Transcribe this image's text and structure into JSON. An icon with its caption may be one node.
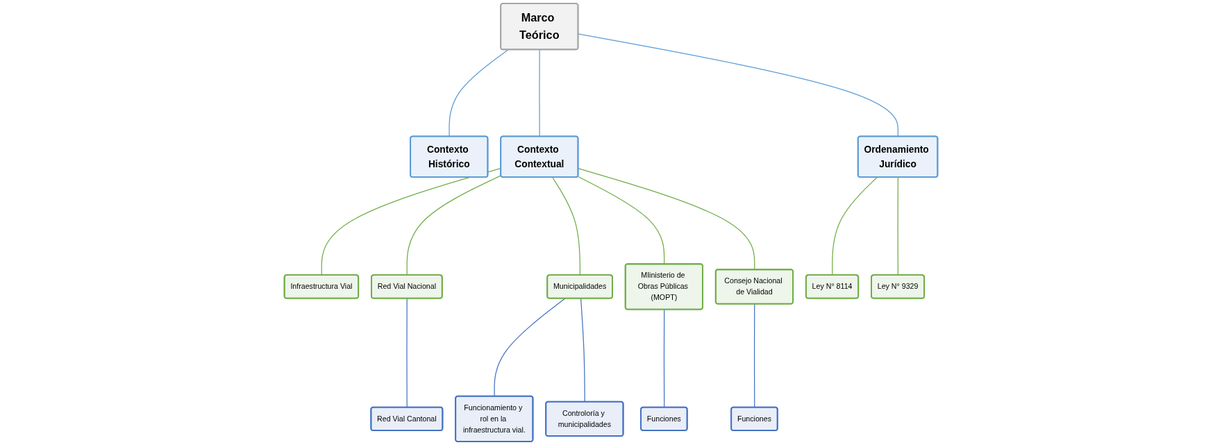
{
  "diagram": {
    "nodes": [
      {
        "text": [
          "Marco Teórico"
        ]
      },
      {
        "text": [
          "Contexto Histórico"
        ]
      },
      {
        "text": [
          "Contexto Contextual"
        ]
      },
      {
        "text": [
          "Ordenamiento Jurídico"
        ]
      },
      {
        "text": [
          "Infraestructura Vial"
        ]
      },
      {
        "text": [
          "Red Vial Nacional"
        ]
      },
      {
        "text": [
          "Municipalidades"
        ]
      },
      {
        "text": [
          "MIinisterio de Obras Públicas (MOPT)"
        ]
      },
      {
        "text": [
          "Consejo Nacional de Vialidad"
        ]
      },
      {
        "text": [
          "Ley N° 8114"
        ]
      },
      {
        "text": [
          "Ley N° 9329"
        ]
      },
      {
        "text": [
          "Red Vial Cantonal"
        ]
      },
      {
        "text": [
          "Funcionamiento y rol en la infraestructura vial."
        ]
      },
      {
        "text": [
          "Controloría y municipalidades"
        ]
      },
      {
        "text": [
          "Funciones"
        ]
      },
      {
        "text": [
          "Funciones"
        ]
      }
    ],
    "edges": [
      {
        "from": 0,
        "to": 1,
        "arrow": "none",
        "color": "#5b9bd5"
      },
      {
        "from": 0,
        "to": 2,
        "arrow": "none",
        "color": "#5b9bd5"
      },
      {
        "from": 0,
        "to": 3,
        "arrow": "none",
        "color": "#5b9bd5"
      },
      {
        "from": 2,
        "to": 4,
        "arrow": "none"
      },
      {
        "from": 2,
        "to": 5,
        "arrow": "none"
      },
      {
        "from": 2,
        "to": 6,
        "arrow": "none"
      },
      {
        "from": 2,
        "to": 7,
        "arrow": "none"
      },
      {
        "from": 2,
        "to": 8,
        "arrow": "none"
      },
      {
        "from": 3,
        "to": 9,
        "arrow": "none"
      },
      {
        "from": 3,
        "to": 10,
        "arrow": "none"
      },
      {
        "from": 5,
        "to": 11,
        "arrow": "none",
        "color": "#4472c4"
      },
      {
        "from": 6,
        "to": 12,
        "arrow": "none",
        "color": "#4472c4"
      },
      {
        "from": 6,
        "to": 13,
        "arrow": "none",
        "color": "#4472c4"
      },
      {
        "from": 7,
        "to": 14,
        "arrow": "none",
        "color": "#4472c4"
      },
      {
        "from": 8,
        "to": 15,
        "arrow": "none",
        "color": "#4472c4"
      }
    ]
  }
}
